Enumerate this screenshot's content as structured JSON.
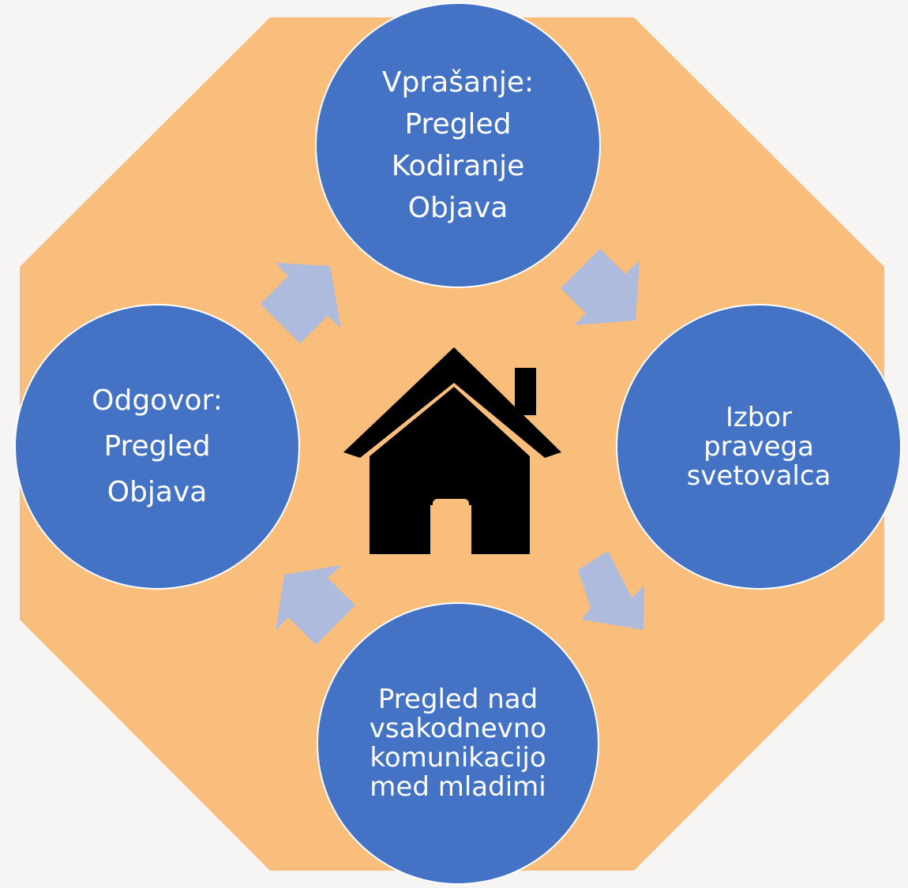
{
  "colors": {
    "page_background": "#f6f5f4",
    "octagon_fill": "#f9be7b",
    "node_fill": "#4472c4",
    "node_stroke": "#ffffff",
    "node_text": "#ffffff",
    "arrow_fill": "#aebbdd",
    "house_fill": "#000000"
  },
  "center": {
    "icon": "house-icon"
  },
  "nodes": {
    "top": {
      "lines": [
        "Vprašanje:",
        "Pregled",
        "Kodiranje",
        "Objava"
      ]
    },
    "right": {
      "lines": [
        "Izbor",
        "pravega",
        "svetovalca"
      ]
    },
    "bottom": {
      "lines": [
        "Pregled nad",
        "vsakodnevno",
        "komunikacijo",
        "med mladimi"
      ]
    },
    "left": {
      "lines": [
        "Odgovor:",
        "Pregled",
        "Objava"
      ]
    }
  },
  "arrows": [
    "arrow-left-to-top",
    "arrow-top-to-right",
    "arrow-right-to-bottom",
    "arrow-bottom-to-left"
  ]
}
